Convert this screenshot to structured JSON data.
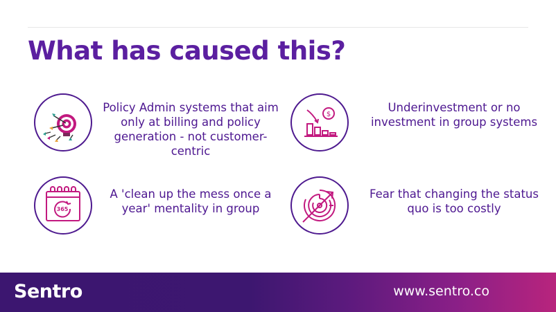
{
  "slide": {
    "title": "What has caused this?"
  },
  "items": [
    {
      "text": "Policy Admin systems that aim only at billing and policy generation - not customer-centric",
      "icon": "target-darts-icon"
    },
    {
      "text": "Underinvestment or no investment in group systems",
      "icon": "declining-investment-icon"
    },
    {
      "text": "A 'clean up the mess once a year' mentality in group",
      "icon": "calendar-365-icon"
    },
    {
      "text": "Fear that changing the status quo is too costly",
      "icon": "maze-arrow-icon"
    }
  ],
  "footer": {
    "logo": "Sentro",
    "url": "www.sentro.co"
  },
  "colors": {
    "title": "#5b1fa0",
    "body_text": "#4d1790",
    "icon_ring": "#4e1a8f",
    "icon_accent": "#c2197f",
    "footer_start": "#3c1670",
    "footer_end": "#b8247d"
  }
}
